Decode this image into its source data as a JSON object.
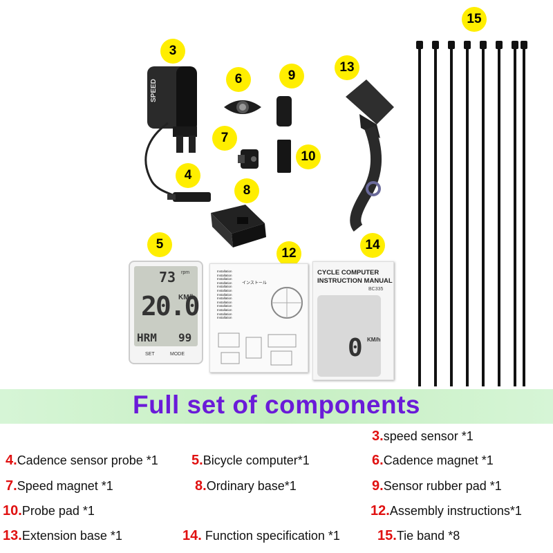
{
  "badges": [
    "3",
    "6",
    "9",
    "13",
    "7",
    "10",
    "4",
    "8",
    "5",
    "12",
    "14",
    "15"
  ],
  "product": {
    "sensor_brand": "SPEED",
    "lcd_top": "73",
    "lcd_top_unit": "rpm",
    "lcd_main": "20.0",
    "lcd_unit": "KM/h",
    "lcd_bottom_left": "HRM",
    "lcd_bottom_right": "99",
    "button_set": "SET",
    "button_mode": "MODE"
  },
  "manual": {
    "title_line1": "CYCLE COMPUTER",
    "title_line2": "INSTRUCTION MANUAL",
    "model": "BC335",
    "lcd_main": "0",
    "lcd_unit": "KM/h"
  },
  "instructions_sheet": {
    "lines": [
      "Installation",
      "Installation",
      "Installation",
      "Installation",
      "Installation",
      "Installation",
      "Installation",
      "Installation",
      "Installation",
      "Installation",
      "Installation",
      "Installation",
      "Installation"
    ],
    "jp_title": "インストール"
  },
  "banner": {
    "title": "Full set of components"
  },
  "components": [
    {
      "num": "3.",
      "text": "speed sensor *1"
    },
    {
      "num": "4.",
      "text": "Cadence sensor probe *1"
    },
    {
      "num": "5.",
      "text": "Bicycle computer*1"
    },
    {
      "num": "6.",
      "text": "Cadence magnet *1"
    },
    {
      "num": "7.",
      "text": "Speed magnet *1"
    },
    {
      "num": "8.",
      "text": "Ordinary base*1"
    },
    {
      "num": "9.",
      "text": "Sensor rubber pad *1"
    },
    {
      "num": "10.",
      "text": "Probe pad *1"
    },
    {
      "num": "12.",
      "text": "Assembly instructions*1"
    },
    {
      "num": "13.",
      "text": "Extension base *1"
    },
    {
      "num": "14.",
      "text": " Function specification *1"
    },
    {
      "num": "15.",
      "text": "Tie band *8"
    }
  ]
}
